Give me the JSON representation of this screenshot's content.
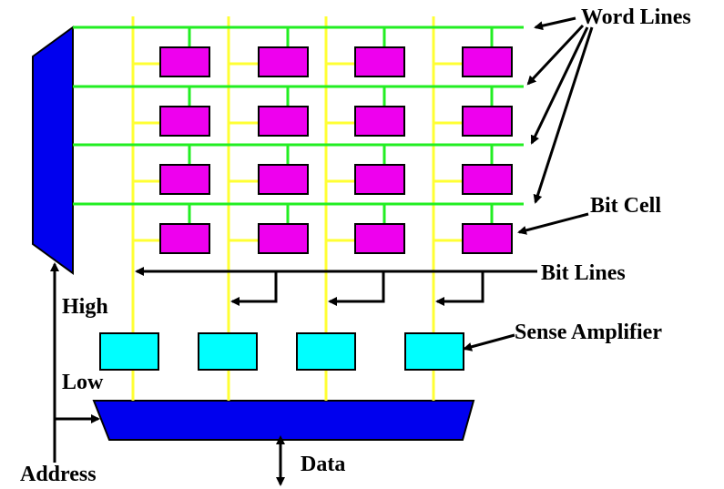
{
  "labels": {
    "word_lines": "Word Lines",
    "bit_cell": "Bit Cell",
    "bit_lines": "Bit Lines",
    "sense_amplifier": "Sense Amplifier",
    "high": "High",
    "low": "Low",
    "address": "Address",
    "data": "Data"
  },
  "grid": {
    "rows": 4,
    "columns": 4
  },
  "colors": {
    "word_line": "#22ee22",
    "bit_line": "#ffff33",
    "bit_cell": "#ee00ee",
    "sense_amplifier": "#00ffff",
    "decoder": "#0000ee",
    "outline": "#000000"
  }
}
